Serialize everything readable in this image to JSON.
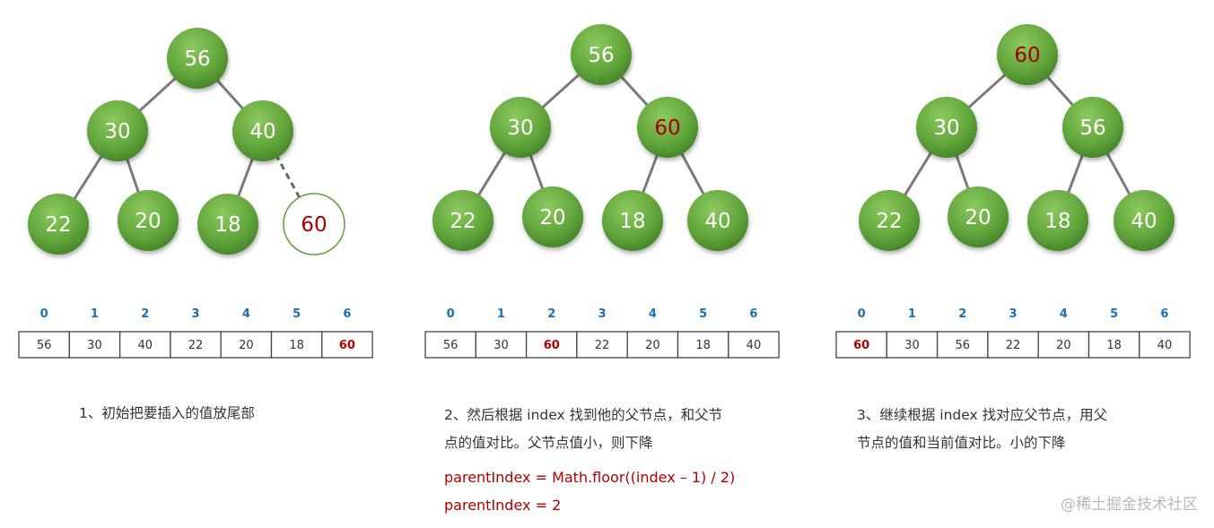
{
  "colors": {
    "node_fill": "#5e9e3a",
    "node_highlight": "#a40000",
    "index": "#1b6fb5",
    "code": "#b00000",
    "text": "#333333"
  },
  "panels": [
    {
      "tree": [
        "56",
        "30",
        "40",
        "22",
        "20",
        "18"
      ],
      "new_node": "60",
      "highlight_node": -1,
      "indices": [
        "0",
        "1",
        "2",
        "3",
        "4",
        "5",
        "6"
      ],
      "array": [
        "56",
        "30",
        "40",
        "22",
        "20",
        "18",
        "60"
      ],
      "highlight_cell": 6,
      "desc_lines": [
        "1、初始把要插入的值放尾部"
      ],
      "code_lines": []
    },
    {
      "tree": [
        "56",
        "30",
        "60",
        "22",
        "20",
        "18",
        "40"
      ],
      "new_node": "",
      "highlight_node": 2,
      "indices": [
        "0",
        "1",
        "2",
        "3",
        "4",
        "5",
        "6"
      ],
      "array": [
        "56",
        "30",
        "60",
        "22",
        "20",
        "18",
        "40"
      ],
      "highlight_cell": 2,
      "desc_lines": [
        "2、然后根据 index 找到他的父节点，和父节",
        "点的值对比。父节点值小，则下降"
      ],
      "code_lines": [
        "parentIndex = Math.floor((index – 1) / 2)",
        "parentIndex = 2"
      ]
    },
    {
      "tree": [
        "60",
        "30",
        "56",
        "22",
        "20",
        "18",
        "40"
      ],
      "new_node": "",
      "highlight_node": 0,
      "indices": [
        "0",
        "1",
        "2",
        "3",
        "4",
        "5",
        "6"
      ],
      "array": [
        "60",
        "30",
        "56",
        "22",
        "20",
        "18",
        "40"
      ],
      "highlight_cell": 0,
      "desc_lines": [
        "3、继续根据 index 找对应父节点，用父",
        "节点的值和当前值对比。小的下降"
      ],
      "code_lines": []
    }
  ],
  "watermark": "@稀土掘金技术社区"
}
